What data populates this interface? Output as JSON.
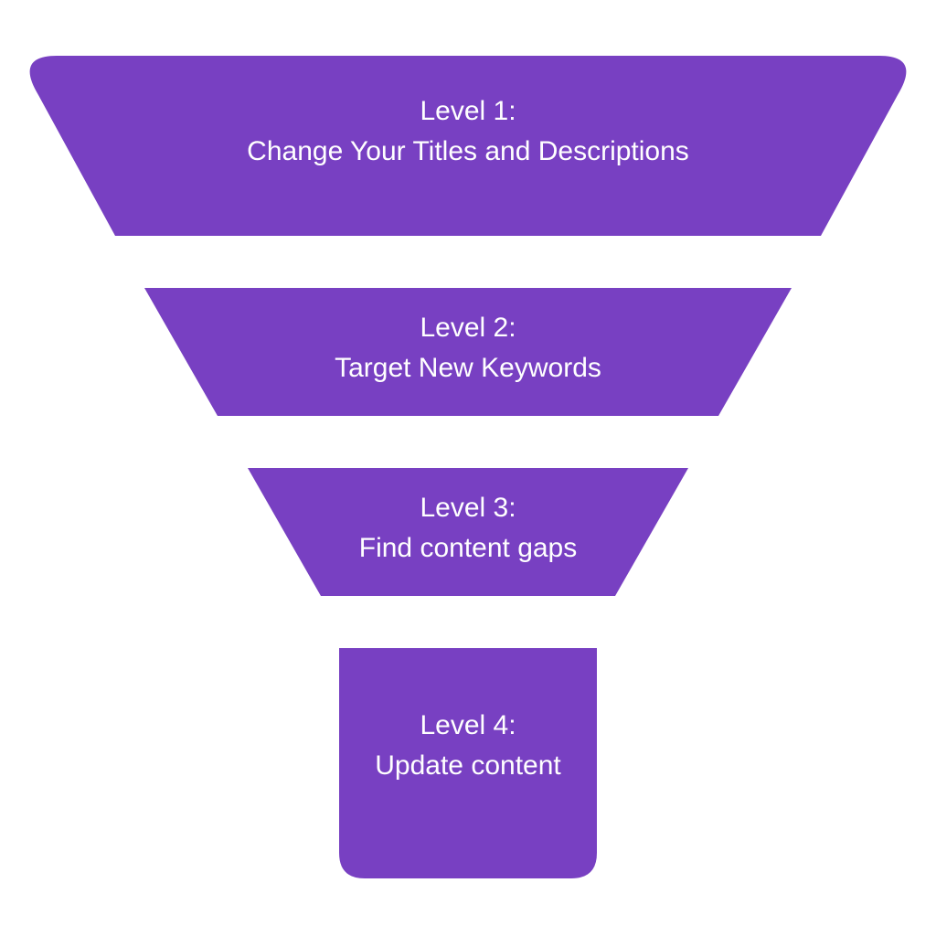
{
  "colors": {
    "background": "#ffffff",
    "funnel": "#7840c2",
    "text": "#ffffff"
  },
  "levels": [
    {
      "heading": "Level 1:",
      "text": "Change Your Titles and Descriptions"
    },
    {
      "heading": "Level 2:",
      "text": "Target New Keywords"
    },
    {
      "heading": "Level 3:",
      "text": "Find content gaps"
    },
    {
      "heading": "Level 4:",
      "text": "Update content"
    }
  ]
}
